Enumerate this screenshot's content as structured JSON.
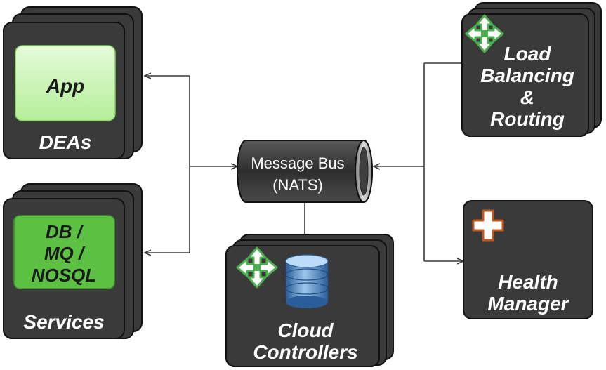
{
  "nodes": {
    "deas": {
      "label": "DEAs",
      "inner": "App"
    },
    "services": {
      "label": "Services",
      "inner": [
        "DB /",
        "MQ /",
        "NOSQL"
      ]
    },
    "bus": {
      "label": [
        "Message Bus",
        "(NATS)"
      ]
    },
    "cloud": {
      "label": [
        "Cloud",
        "Controllers"
      ]
    },
    "router": {
      "label": [
        "Load",
        "Balancing",
        "&",
        "Routing"
      ]
    },
    "health": {
      "label": [
        "Health",
        "Manager"
      ]
    }
  },
  "colors": {
    "card_fill": "#3a3a3a",
    "card_border": "#111111",
    "app_fill": "#c9f5b4",
    "services_fill": "#5cc043",
    "move_icon_green": "#4caf50",
    "health_cross": "#c0581e",
    "db_blue": "#4a86c5"
  },
  "icons": [
    "move-arrows-icon",
    "database-icon",
    "health-cross-icon"
  ]
}
